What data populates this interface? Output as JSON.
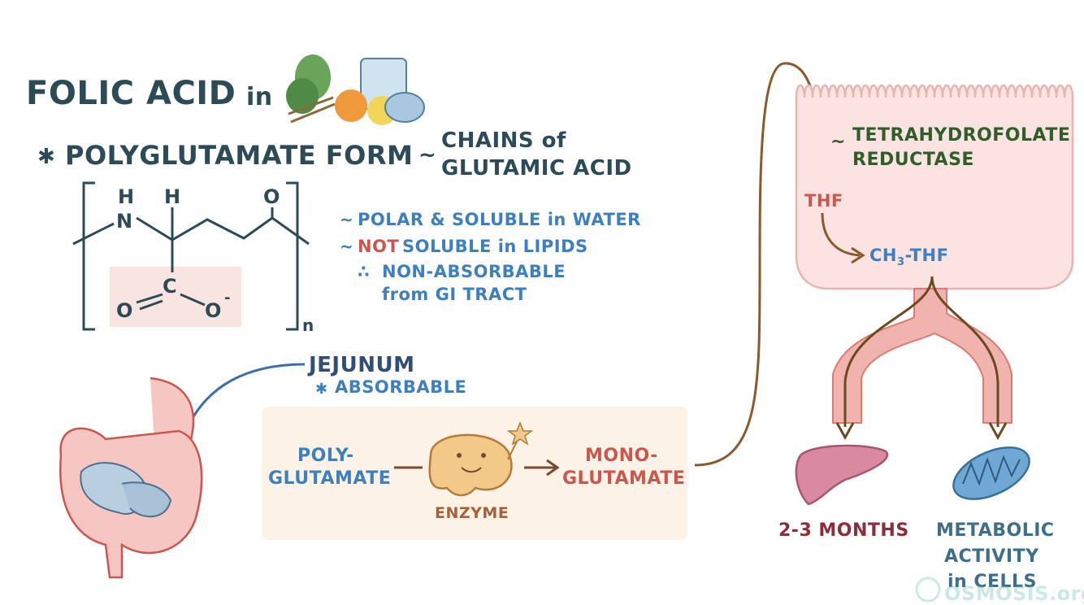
{
  "title": {
    "main": "FOLIC ACID",
    "in": "in"
  },
  "polyglutamate": {
    "heading": "POLYGLUTAMATE FORM",
    "chains": [
      "CHAINS of",
      "GLUTAMIC ACID"
    ],
    "structure_labels": {
      "h1": "H",
      "h2": "H",
      "o_top": "O",
      "n": "N",
      "c": "C",
      "o_left": "O",
      "o_right": "O",
      "charge": "-",
      "subscript": "n"
    },
    "point1": "POLAR & SOLUBLE in WATER",
    "point2_not": "NOT",
    "point2_rest": "SOLUBLE in LIPIDS",
    "point3": "NON-ABSORBABLE",
    "point3b": "from GI TRACT"
  },
  "jejunum": {
    "label": "JEJUNUM",
    "note": "ABSORBABLE"
  },
  "enzyme_panel": {
    "left": [
      "POLY-",
      "GLUTAMATE"
    ],
    "right": [
      "MONO-",
      "GLUTAMATE"
    ],
    "enzyme": "ENZYME"
  },
  "cell": {
    "reductase": [
      "TETRAHYDROFOLATE",
      "REDUCTASE"
    ],
    "thf": "THF",
    "ch3_thf": {
      "a": "CH",
      "sub": "3",
      "b": "-THF"
    }
  },
  "outcomes": {
    "liver": "2-3 MONTHS",
    "cells": [
      "METABOLIC",
      "ACTIVITY",
      "in CELLS"
    ]
  },
  "watermark": "OSMOSIS.org",
  "colors": {
    "dark": "#2d4a57",
    "blue": "#3d7fbf",
    "red": "#c9574f",
    "green": "#2f5e2a",
    "brown": "#a8603a",
    "cell_fill": "#fbe3e1"
  }
}
